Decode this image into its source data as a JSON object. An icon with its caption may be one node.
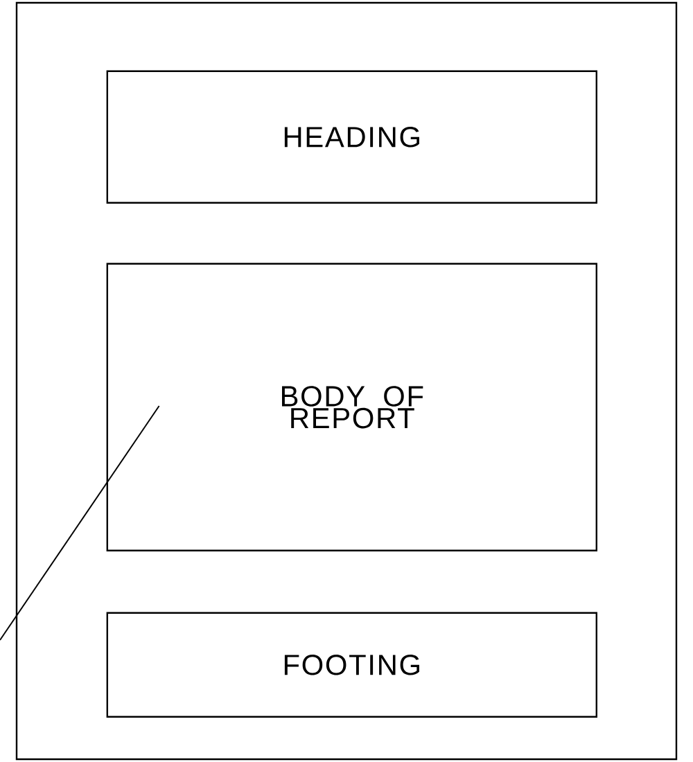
{
  "diagram": {
    "nodes": [
      {
        "text": [],
        "shape": "box"
      },
      {
        "text": [
          "HEADING"
        ],
        "in": 0
      },
      {
        "text": [
          "BODY OF REPORT"
        ],
        "in": 0
      },
      {
        "text": [
          "FOOTING"
        ],
        "in": 0
      }
    ],
    "edges": [
      {
        "from": null,
        "to": 2,
        "arrow": "none"
      }
    ]
  }
}
